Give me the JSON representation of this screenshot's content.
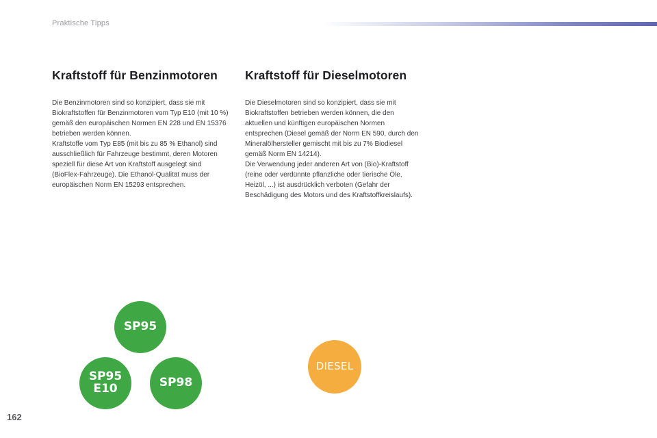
{
  "header": {
    "section": "Praktische Tipps"
  },
  "left": {
    "title": "Kraftstoff für Benzinmotoren",
    "paragraphs": [
      "Die Benzinmotoren sind so konzipiert, dass sie mit Biokraftstoffen für Benzinmotoren vom Typ E10 (mit 10 %) gemäß den europäischen Normen EN 228 und EN 15376 betrieben werden können.",
      "Kraftstoffe vom Typ E85 (mit bis zu 85 % Ethanol) sind ausschließlich für Fahrzeuge bestimmt, deren Motoren speziell für diese Art von Kraftstoff ausgelegt sind (BioFlex-Fahrzeuge). Die Ethanol-Qualität muss der europäischen Norm EN 15293 entsprechen."
    ]
  },
  "right": {
    "title": "Kraftstoff für Dieselmotoren",
    "paragraphs": [
      "Die Dieselmotoren sind so konzipiert, dass sie mit Biokraftstoffen betrieben werden können, die den aktuellen und künftigen europäischen Normen entsprechen (Diesel gemäß der Norm EN 590, durch den Mineralölhersteller gemischt mit bis zu 7% Biodiesel gemäß Norm EN 14214).",
      "Die Verwendung jeder anderen Art von (Bio)-Kraftstoff (reine oder verdünnte pflanzliche oder tierische Öle, Heizöl, ...) ist ausdrücklich verboten (Gefahr der Beschädigung des Motors und des Kraftstoffkreislaufs)."
    ]
  },
  "badges": {
    "sp95": "SP95",
    "sp95e10_line1": "SP95",
    "sp95e10_line2": "E10",
    "sp98": "SP98",
    "diesel": "DIESEL"
  },
  "colors": {
    "green": "#3fa844",
    "orange": "#f6ad3f",
    "header_bar": "#5f67b0"
  },
  "page_number": "162"
}
